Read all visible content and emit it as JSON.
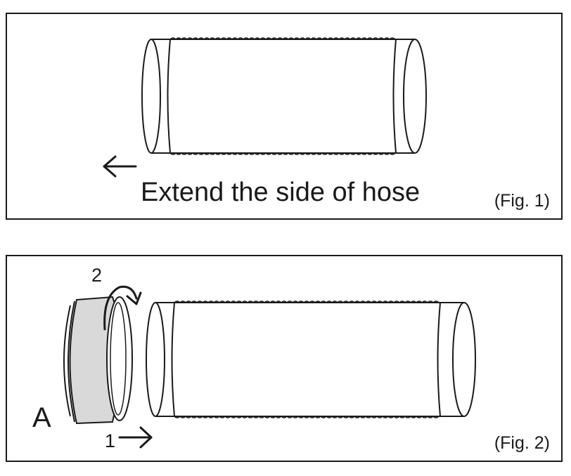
{
  "fig1": {
    "instruction": "Extend the side of hose",
    "label": "(Fig. 1)"
  },
  "fig2": {
    "part_label": "A",
    "step_1": "1",
    "step_2": "2",
    "label": "(Fig. 2)"
  },
  "colors": {
    "line": "#1a1a1a",
    "adapter_fill": "#d9d9d9"
  }
}
